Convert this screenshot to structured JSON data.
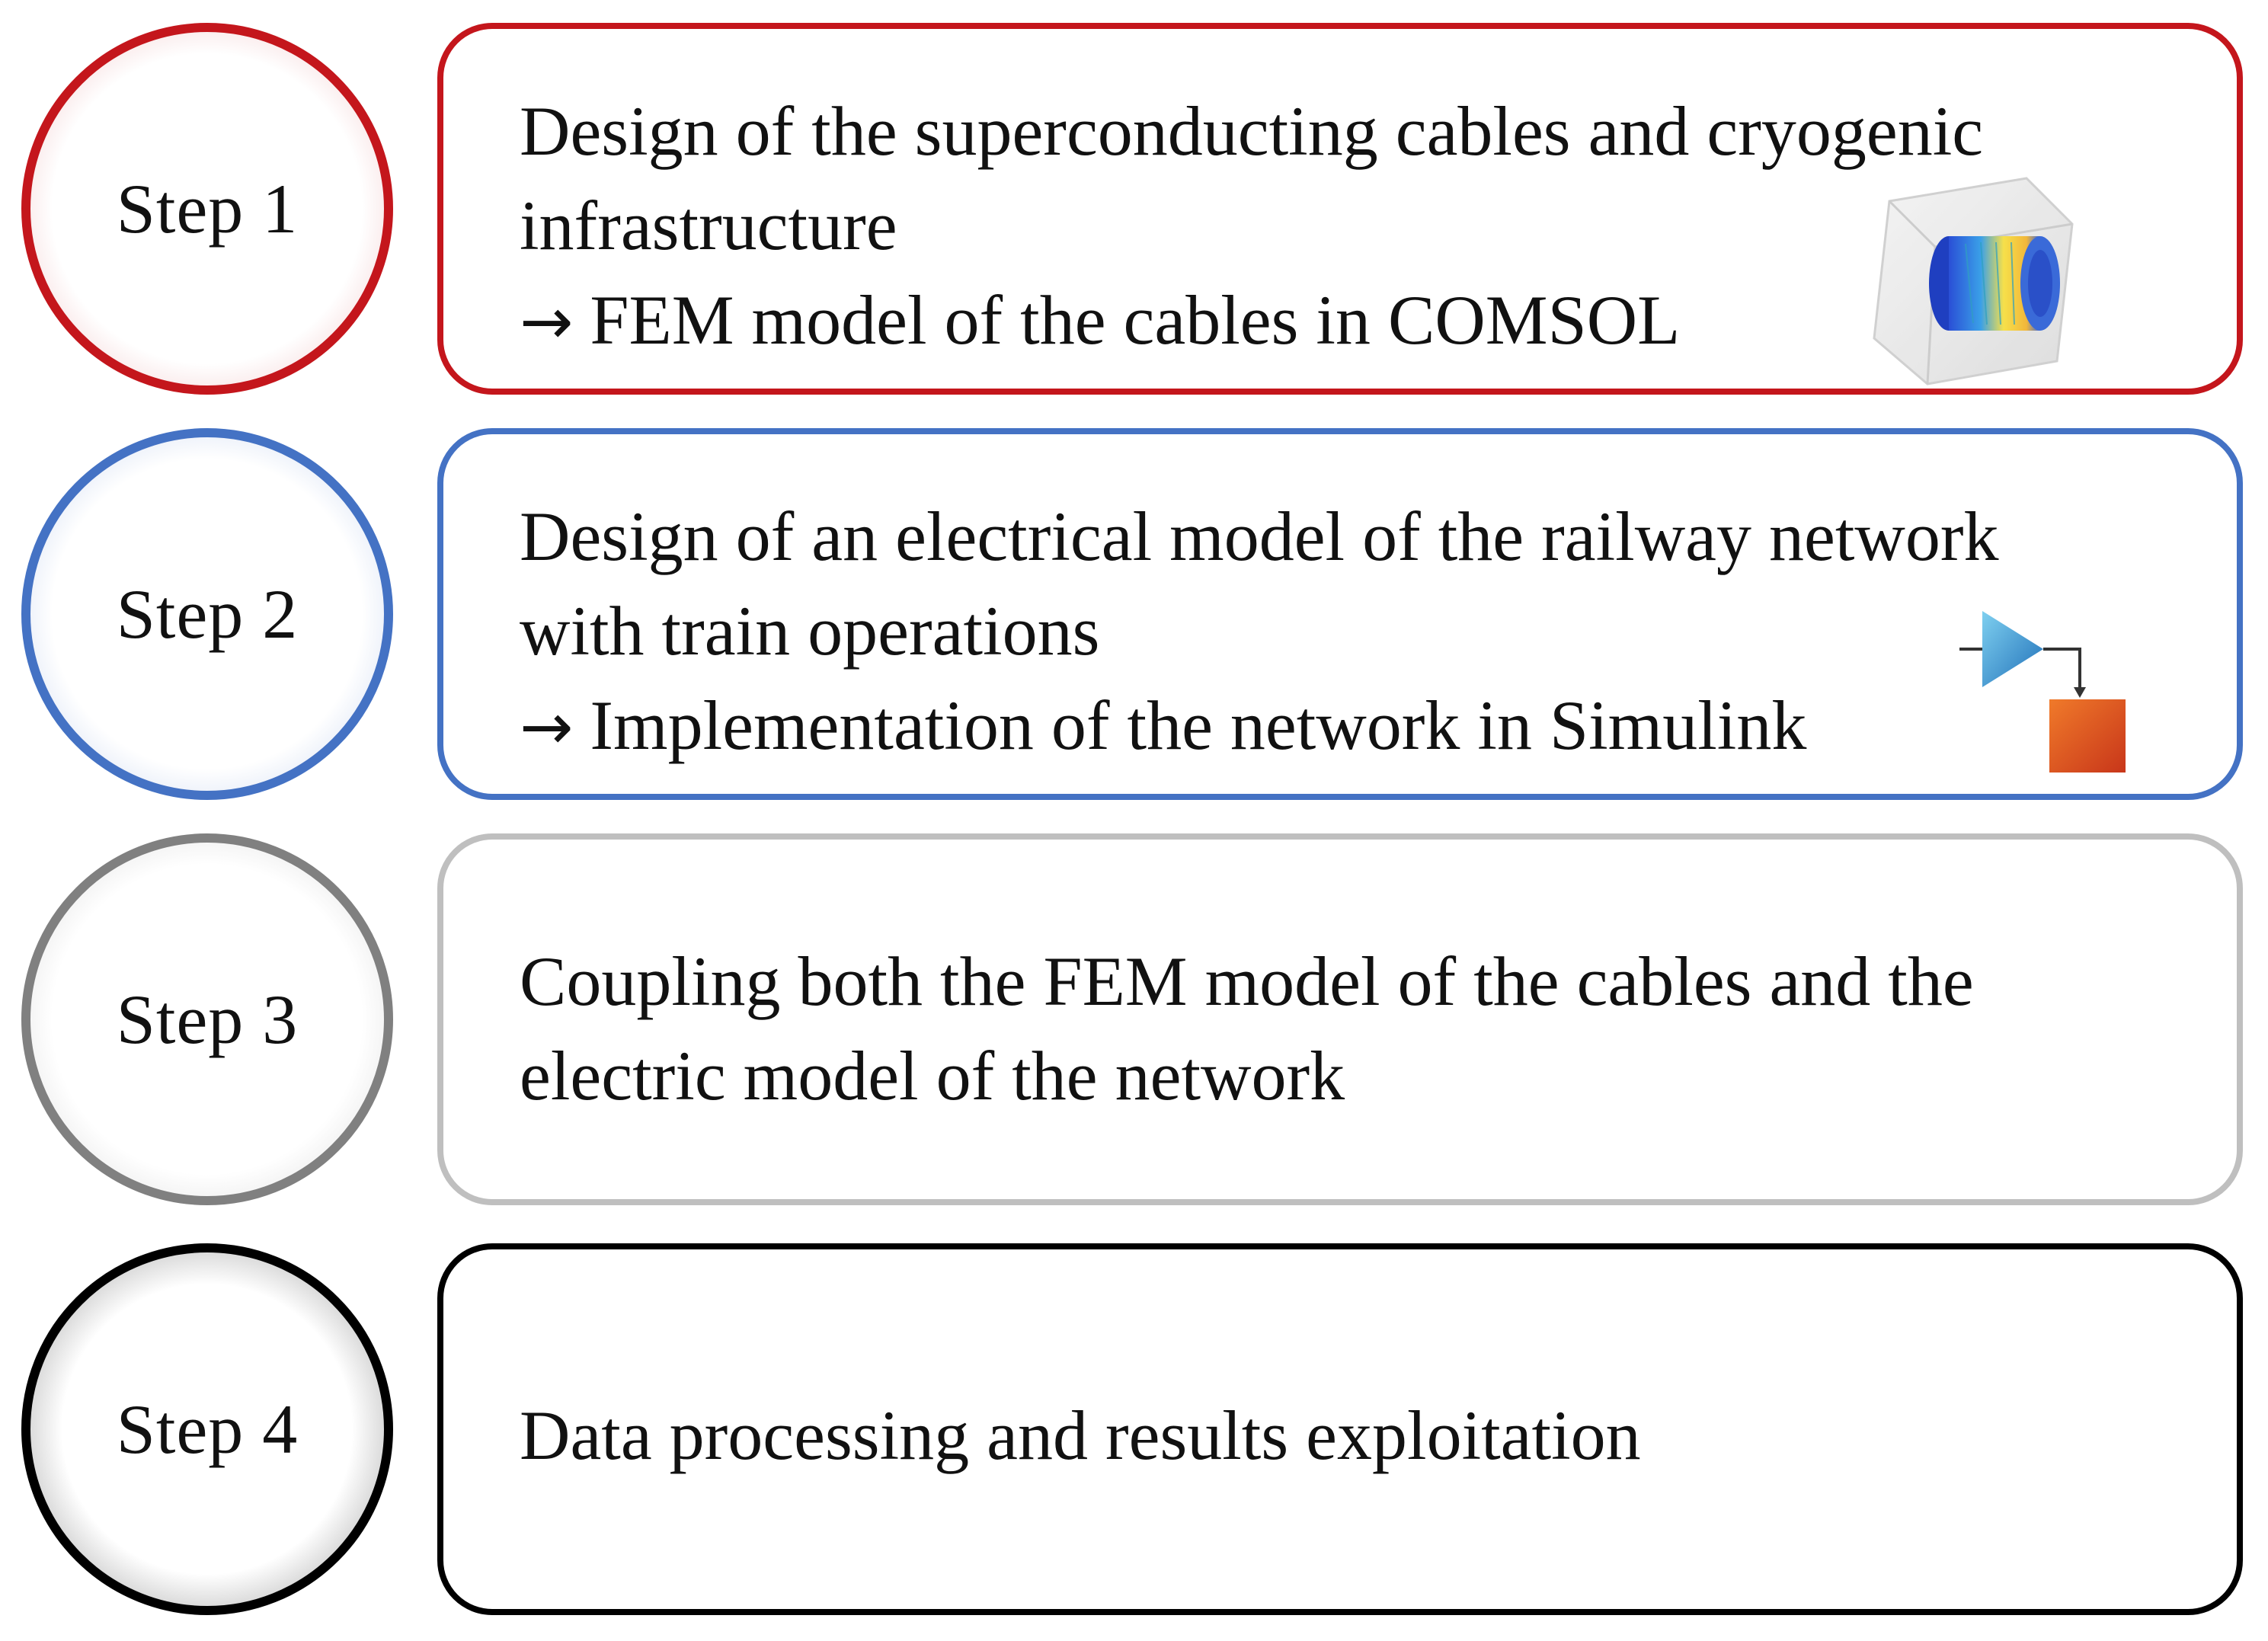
{
  "colors": {
    "step1": "#c4161c",
    "step2": "#4472c4",
    "step3": "#bfbfbf",
    "step4": "#000000"
  },
  "steps": [
    {
      "label": "Step 1",
      "lines": [
        "Design of the superconducting cables and cryogenic",
        "infrastructure"
      ],
      "arrow_line": "FEM model of the cables in COMSOL",
      "icon": "comsol-icon"
    },
    {
      "label": "Step 2",
      "lines": [
        "Design of an electrical model of the railway network",
        "with train operations"
      ],
      "arrow_line": "Implementation of the network in Simulink",
      "icon": "simulink-icon"
    },
    {
      "label": "Step 3",
      "lines": [
        "Coupling both the FEM model of the cables and the",
        "electric model of the network"
      ]
    },
    {
      "label": "Step 4",
      "lines": [
        "Data processing and results exploitation"
      ]
    }
  ],
  "arrow_symbol": "→"
}
